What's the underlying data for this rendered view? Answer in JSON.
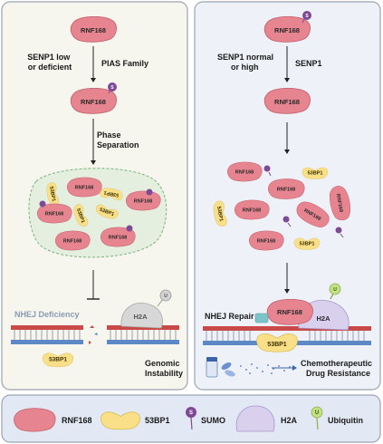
{
  "proteins": {
    "rnf168": "RNF168",
    "bp53": "53BP1",
    "h2a": "H2A",
    "sumo_letter": "S",
    "ub_letter": "U"
  },
  "left_panel": {
    "step1_left": "SENP1 low\nor  deficient",
    "step1_right": "PIAS Family",
    "step2": "Phase\nSeparation",
    "nhej": "NHEJ Deficiency",
    "genomic": "Genomic\nInstability"
  },
  "right_panel": {
    "step1_left": "SENP1 normal\nor high",
    "step1_right": "SENP1",
    "nhej": "NHEJ Repair",
    "chemo": "Chemotherapeutic\nDrug Resistance"
  },
  "legend": [
    {
      "key": "rnf168",
      "label": "RNF168",
      "icon": "rnf168-icon"
    },
    {
      "key": "53bp1",
      "label": "53BP1",
      "icon": "53bp1-icon"
    },
    {
      "key": "sumo",
      "label": "SUMO",
      "icon": "sumo-icon"
    },
    {
      "key": "h2a",
      "label": "H2A",
      "icon": "h2a-icon"
    },
    {
      "key": "ubiquitin",
      "label": "Ubiquitin",
      "icon": "ubiquitin-icon"
    }
  ],
  "colors": {
    "left_bg": "#f6f5ee",
    "right_bg": "#eef2f8",
    "rnf168_fill": "#e6848f",
    "rnf168_stroke": "#c46470",
    "bp53_fill": "#f8df88",
    "sumo_fill": "#7d4a95",
    "h2a_fill": "#d9d0ee",
    "ub_fill": "#c4e084",
    "dna_red": "#c94848",
    "dna_blue": "#5d88c6"
  }
}
